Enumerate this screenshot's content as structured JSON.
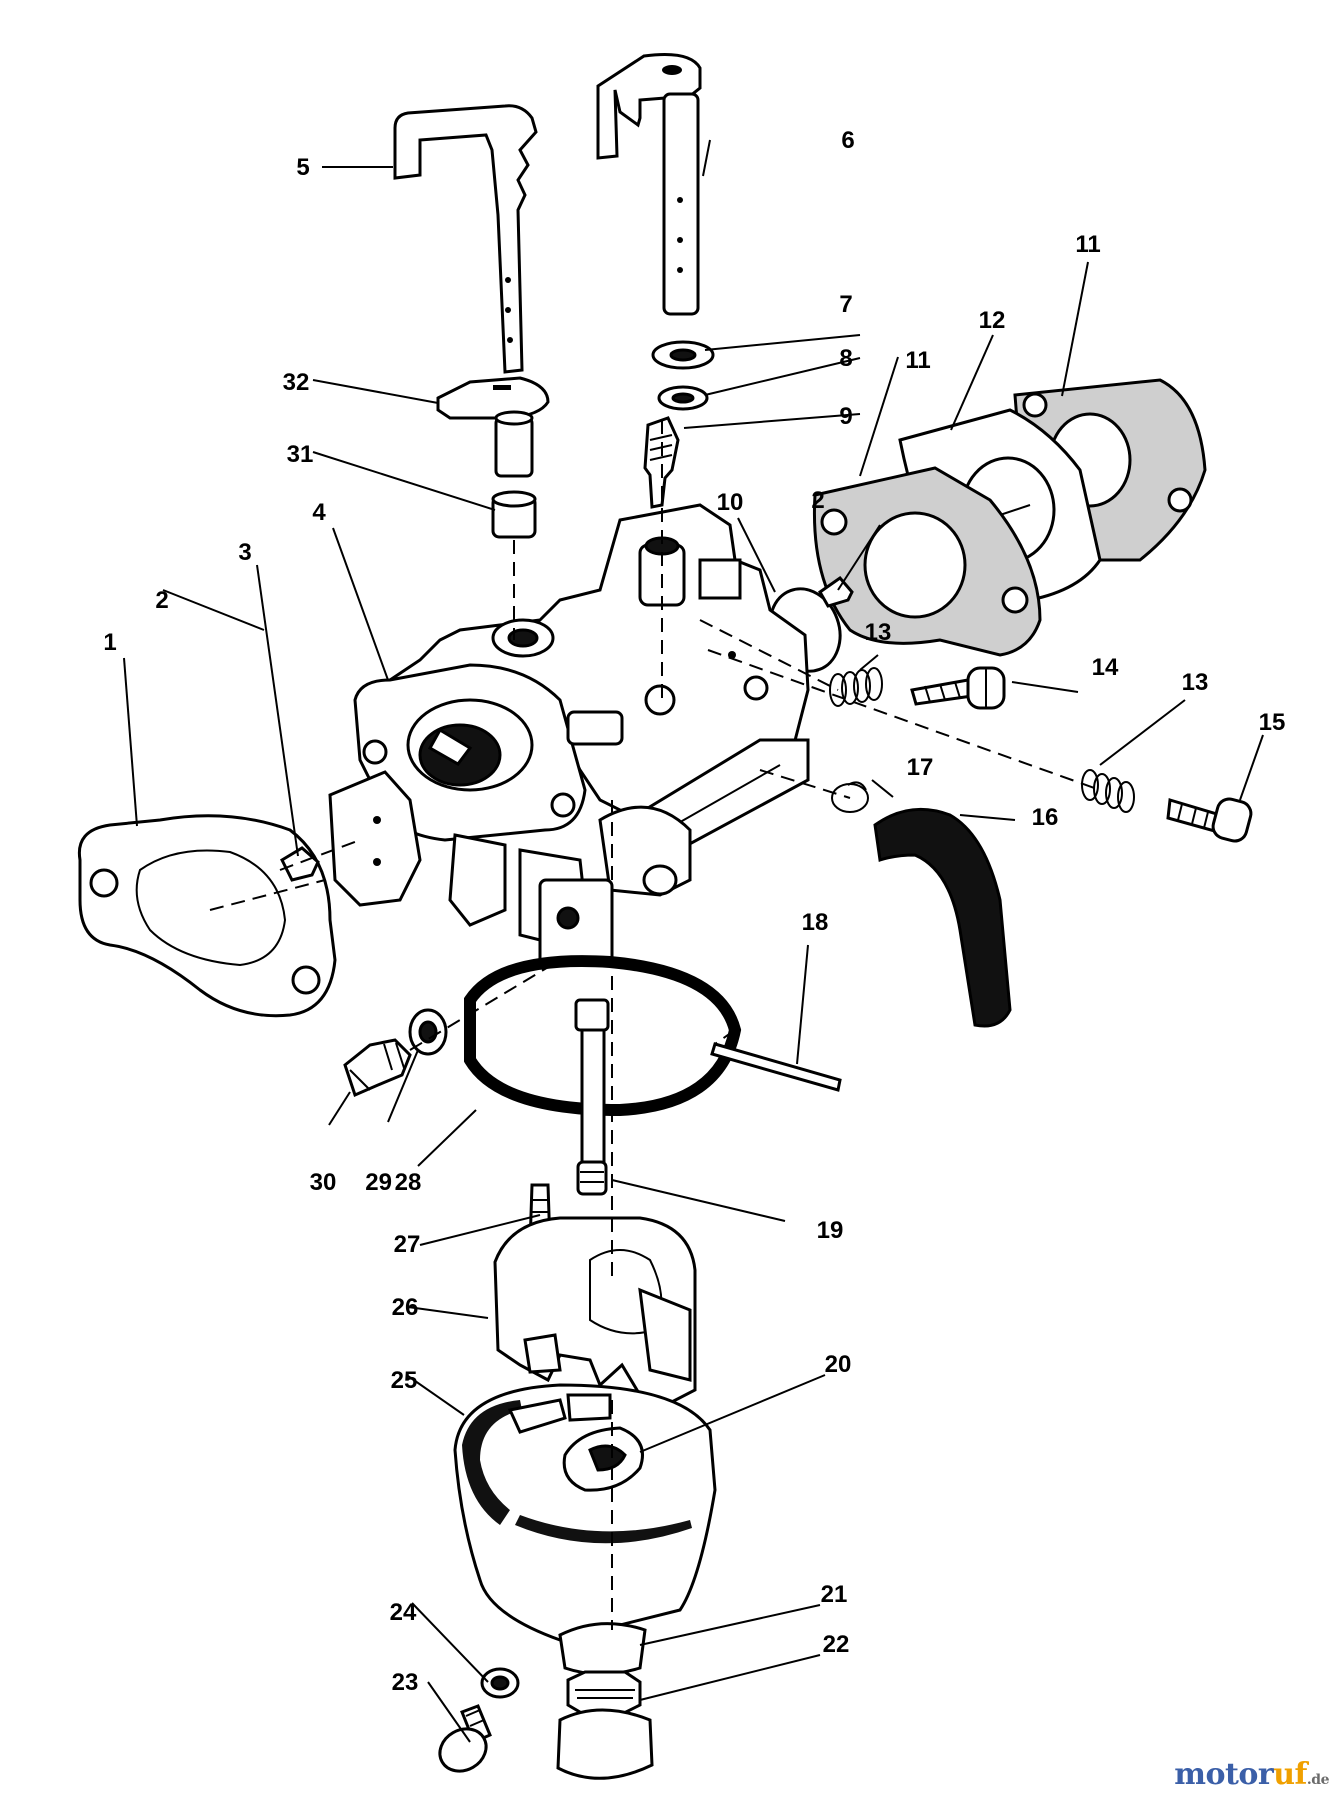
{
  "watermark": {
    "part1": "motor",
    "part2": "uf",
    "suffix": ".de"
  },
  "colors": {
    "ink": "#000000",
    "paper": "#ffffff",
    "watermark_blue": "#3b5fa8",
    "watermark_orange": "#f0a000"
  },
  "callouts": [
    "1",
    "2",
    "2",
    "3",
    "4",
    "5",
    "6",
    "7",
    "8",
    "9",
    "10",
    "11",
    "11",
    "12",
    "13",
    "13",
    "14",
    "15",
    "16",
    "17",
    "18",
    "19",
    "20",
    "21",
    "22",
    "23",
    "24",
    "25",
    "26",
    "27",
    "28",
    "29",
    "30",
    "31",
    "32"
  ]
}
